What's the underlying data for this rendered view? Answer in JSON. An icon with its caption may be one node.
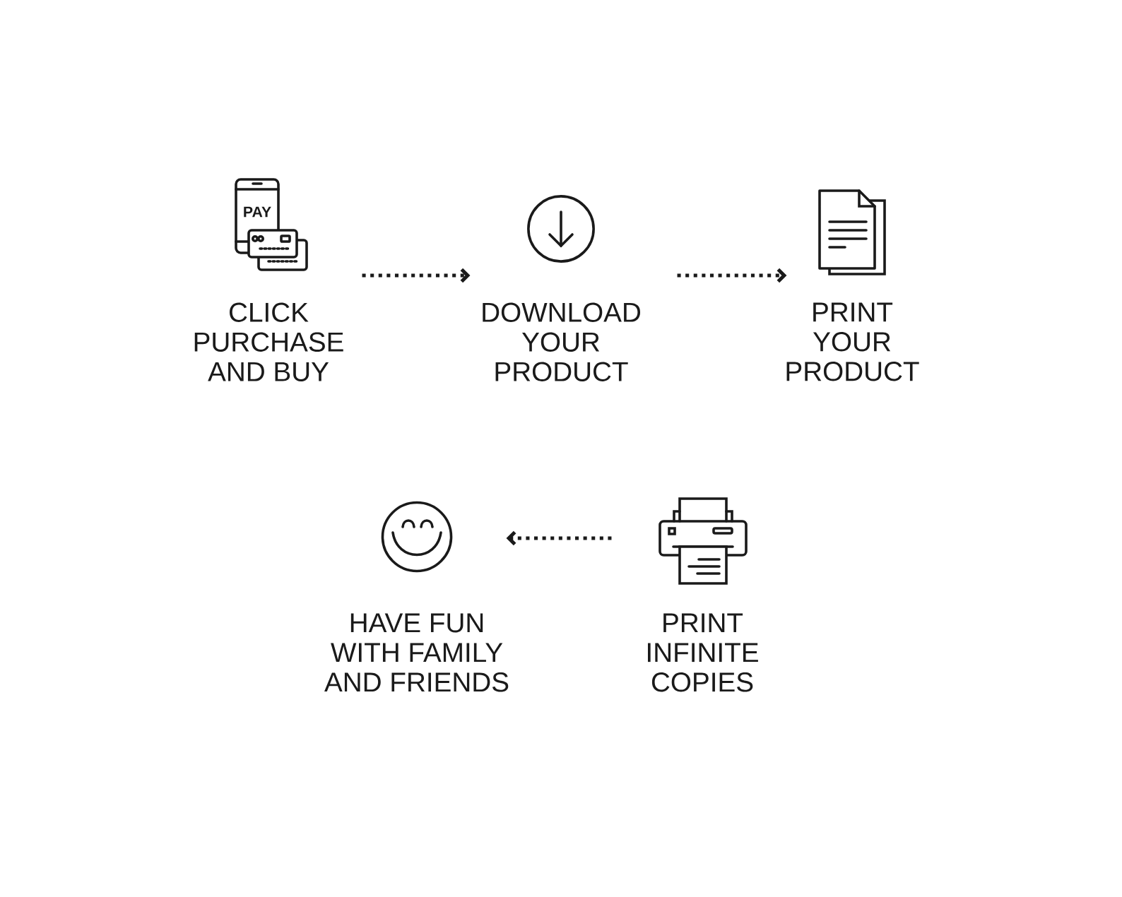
{
  "diagram": {
    "nodes": [
      {
        "text": [],
        "shape": "picture",
        "beside": [
          "CLICK PURCHASE AND BUY"
        ]
      },
      {
        "text": [],
        "shape": "picture",
        "beside": [
          "DOWNLOAD YOUR PRODUCT"
        ]
      },
      {
        "text": [],
        "shape": "picture",
        "beside": [
          "PRINT YOUR PRODUCT"
        ]
      },
      {
        "text": [],
        "shape": "picture",
        "beside": [
          "HAVE FUN WITH FAMILY AND FRIENDS"
        ]
      },
      {
        "text": [],
        "shape": "picture",
        "beside": [
          "PRINT INFINITE COPIES"
        ]
      }
    ],
    "edges": [
      {
        "from": 0,
        "to": 1,
        "arrow": "to"
      },
      {
        "from": 1,
        "to": 2,
        "arrow": "to"
      },
      {
        "from": 4,
        "to": 3,
        "arrow": "to"
      }
    ],
    "labels": [
      "PAY"
    ]
  }
}
